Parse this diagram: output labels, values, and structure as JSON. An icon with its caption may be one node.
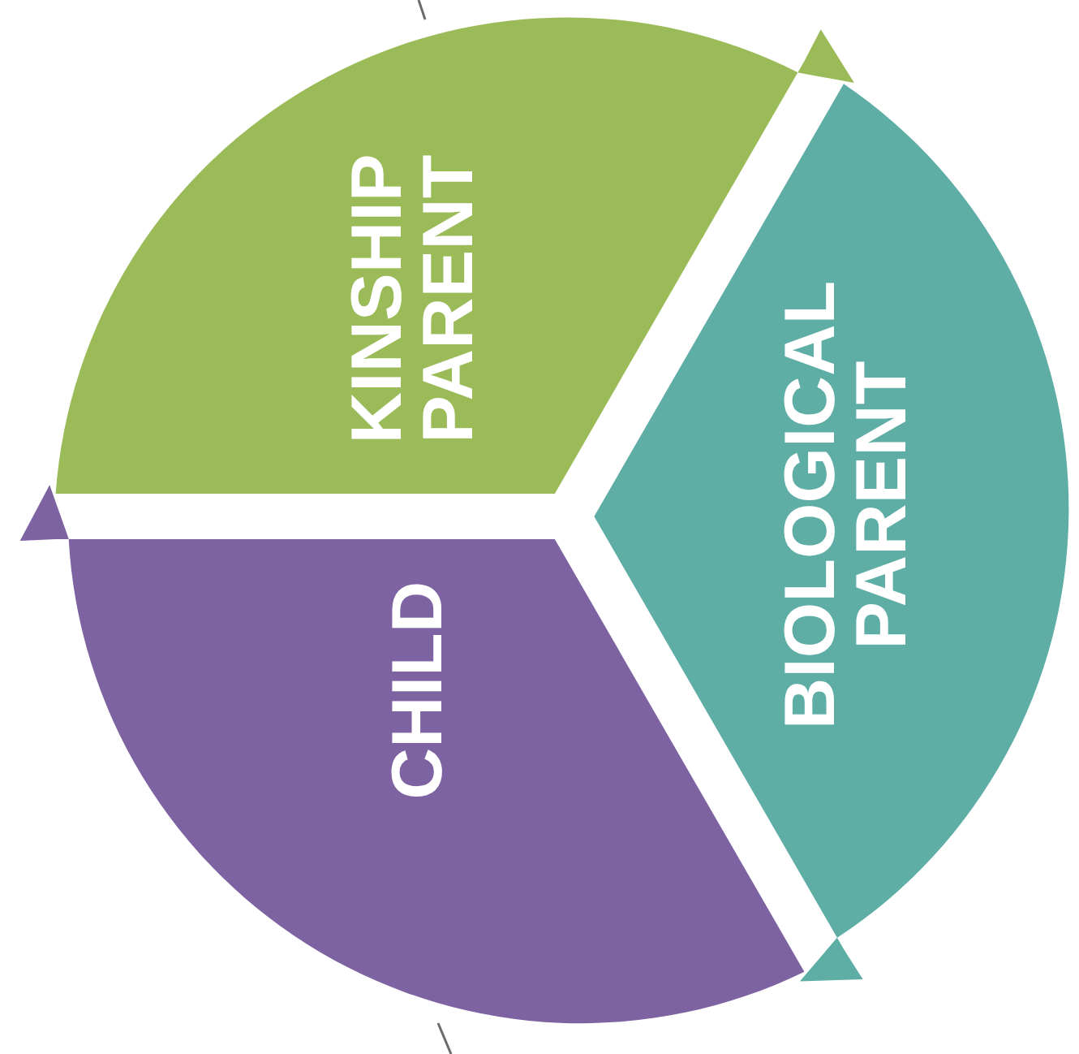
{
  "diagram": {
    "nodes": [
      {
        "text": [
          "KINSHIP PARENT"
        ]
      },
      {
        "text": [
          "BIOLOGICAL PARENT"
        ]
      },
      {
        "text": [
          "CHILD"
        ]
      }
    ]
  }
}
